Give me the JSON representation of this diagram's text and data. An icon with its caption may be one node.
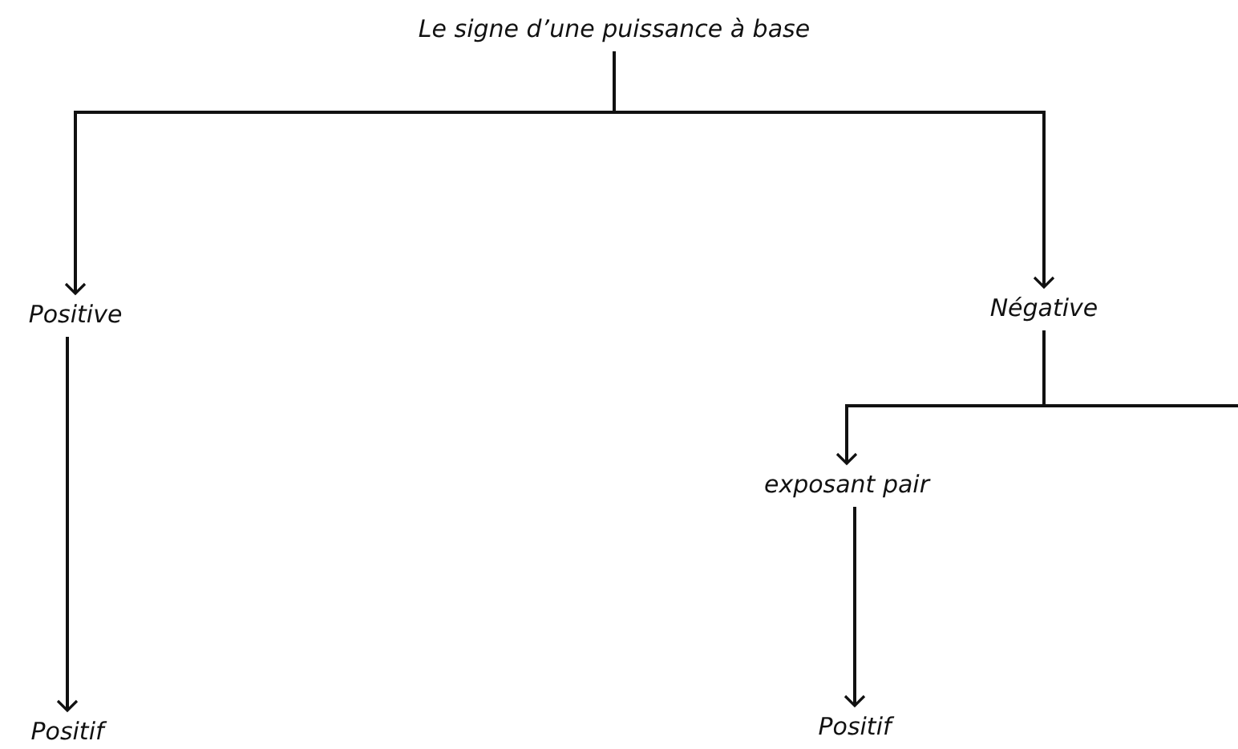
{
  "diagram": {
    "nodes": [
      {
        "text": [
          "Le signe d’une puissance à base"
        ]
      },
      {
        "text": [
          "Positive"
        ]
      },
      {
        "text": [
          "Négative"
        ]
      },
      {
        "text": [
          "Positif"
        ]
      },
      {
        "text": [
          "exposant pair"
        ]
      },
      {
        "text": [
          "Positif"
        ]
      }
    ],
    "edges": [
      {
        "from": 0,
        "to": 1,
        "arrow": "to"
      },
      {
        "from": 0,
        "to": 2,
        "arrow": "to"
      },
      {
        "from": 1,
        "to": 3,
        "arrow": "to"
      },
      {
        "from": 2,
        "to": 4,
        "arrow": "to"
      },
      {
        "from": 2,
        "to": null,
        "arrow": "none"
      },
      {
        "from": 4,
        "to": 5,
        "arrow": "to"
      }
    ]
  }
}
